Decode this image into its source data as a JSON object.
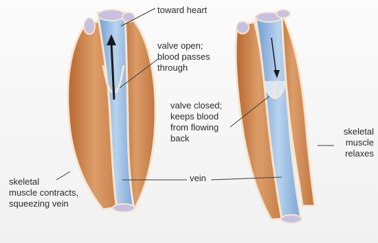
{
  "labels": {
    "toward_heart": "toward heart",
    "valve_open": "valve open;\nblood passes\nthrough",
    "valve_closed": "valve closed;\nkeeps blood\nfrom flowing\nback",
    "skeletal_relaxes": "skeletal\nmuscle\nrelaxes",
    "vein": "vein",
    "skeletal_contracts": "skeletal\nmuscle contracts,\nsqueezing vein"
  },
  "colors": {
    "vein_blue": "#8fb6dd",
    "vein_highlight": "#c9def0",
    "muscle_tan": "#d99b6a",
    "muscle_dark": "#b9672f",
    "muscle_light": "#efc29b",
    "fascia": "#f4e6d2",
    "cut_end": "#c8c0e0"
  }
}
